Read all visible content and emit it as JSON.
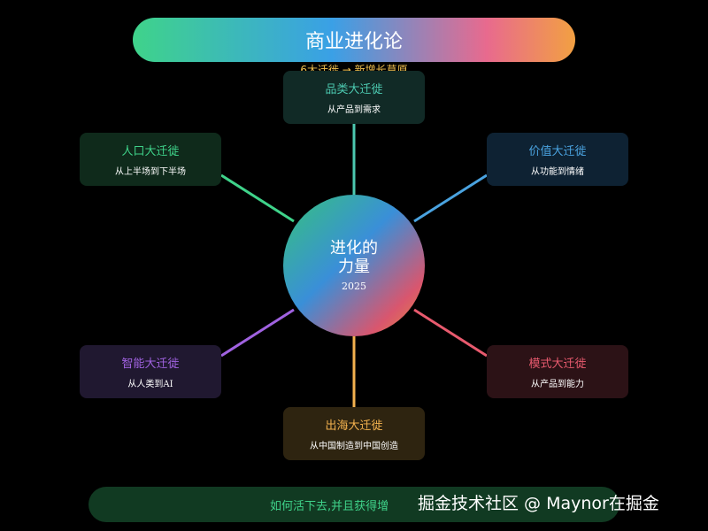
{
  "title": "商业进化论",
  "subtitle": "6大迁徙 → 新增长草原",
  "center": {
    "line1": "进化的",
    "line2": "力量",
    "year": "2025"
  },
  "nodes": [
    {
      "title": "品类大迁徙",
      "sub": "从产品到需求",
      "color": "#4cc9b0",
      "bg": "#112a26"
    },
    {
      "title": "价值大迁徙",
      "sub": "从功能到情绪",
      "color": "#4aa3e0",
      "bg": "#0e2233"
    },
    {
      "title": "模式大迁徙",
      "sub": "从产品到能力",
      "color": "#e85a6e",
      "bg": "#2c1216"
    },
    {
      "title": "出海大迁徙",
      "sub": "从中国制造到中国创造",
      "color": "#f2b14e",
      "bg": "#2e2410"
    },
    {
      "title": "智能大迁徙",
      "sub": "从人类到AI",
      "color": "#a062e0",
      "bg": "#201830"
    },
    {
      "title": "人口大迁徙",
      "sub": "从上半场到下半场",
      "color": "#3fd38a",
      "bg": "#0f2a1b"
    }
  ],
  "footer": "如何活下去,并且获得增",
  "watermark": "掘金技术社区 @ Maynor在掘金"
}
